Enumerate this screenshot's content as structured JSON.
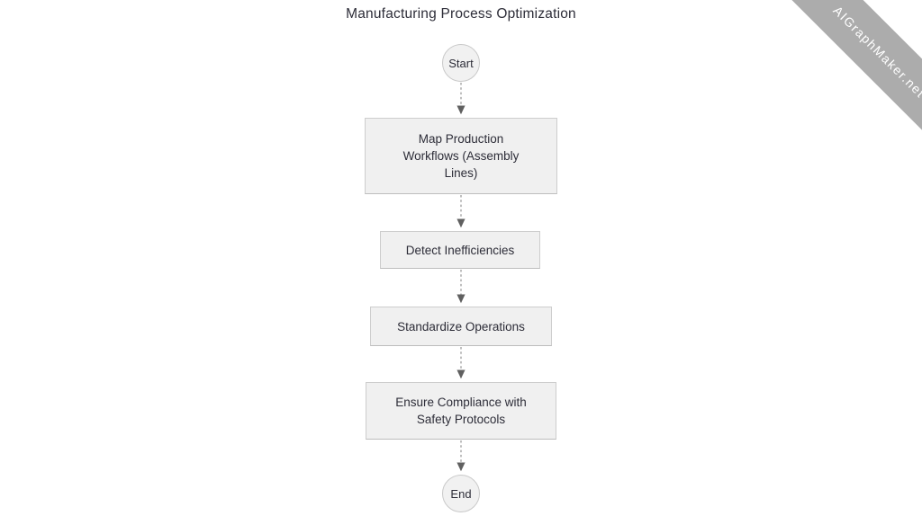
{
  "title": "Manufacturing Process Optimization",
  "watermark": {
    "text": "AIGraphMaker.net",
    "band_color": "#acacac",
    "text_color": "#ffffff"
  },
  "colors": {
    "node_fill": "#f0f0f0",
    "node_border": "#cdcdcd",
    "text": "#2d2d38",
    "arrow_line": "#9b9b9b",
    "arrow_head": "#606060"
  },
  "flowchart": {
    "direction": "top-down",
    "nodes": [
      {
        "id": "start",
        "type": "circle",
        "label": "Start"
      },
      {
        "id": "map",
        "type": "rect",
        "label": "Map Production Workflows (Assembly Lines)"
      },
      {
        "id": "detect",
        "type": "rect",
        "label": "Detect Inefficiencies"
      },
      {
        "id": "standardize",
        "type": "rect",
        "label": "Standardize Operations"
      },
      {
        "id": "ensure",
        "type": "rect",
        "label": "Ensure Compliance with Safety Protocols"
      },
      {
        "id": "end",
        "type": "circle",
        "label": "End"
      }
    ],
    "edges": [
      {
        "from": "start",
        "to": "map",
        "style": "dotted-arrow"
      },
      {
        "from": "map",
        "to": "detect",
        "style": "dotted-arrow"
      },
      {
        "from": "detect",
        "to": "standardize",
        "style": "dotted-arrow"
      },
      {
        "from": "standardize",
        "to": "ensure",
        "style": "dotted-arrow"
      },
      {
        "from": "ensure",
        "to": "end",
        "style": "dotted-arrow"
      }
    ]
  }
}
